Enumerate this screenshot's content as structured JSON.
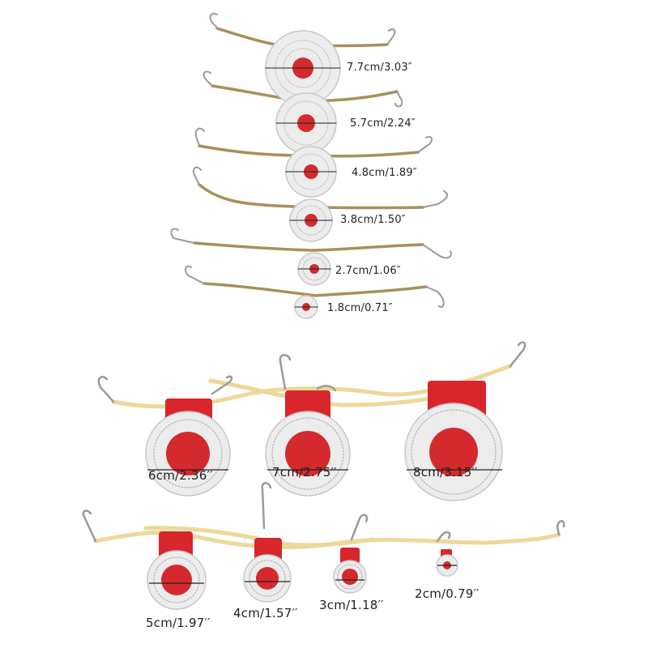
{
  "top_group": {
    "targets": [
      {
        "label": "7.7cm/3.03″"
      },
      {
        "label": "5.7cm/2.24″"
      },
      {
        "label": "4.8cm/1.89″"
      },
      {
        "label": "3.8cm/1.50″"
      },
      {
        "label": "2.7cm/1.06″"
      },
      {
        "label": "1.8cm/0.71″"
      }
    ]
  },
  "bottom_group": {
    "targets": [
      {
        "label": "6cm/2.36′′"
      },
      {
        "label": "7cm/2.75′′"
      },
      {
        "label": "8cm/3.15′′"
      },
      {
        "label": "5cm/1.97′′"
      },
      {
        "label": "4cm/1.57′′"
      },
      {
        "label": "3cm/1.18′′"
      },
      {
        "label": "2cm/0.79′′"
      }
    ]
  },
  "colors": {
    "background": "#ffffff",
    "target_face": "#ececec",
    "bullseye": "#d42a2e",
    "tab_red": "#d8262c",
    "cord_tan": "#a8905a",
    "cord_yellow": "#ecd89a",
    "hook_metal": "#9a9a9a"
  }
}
